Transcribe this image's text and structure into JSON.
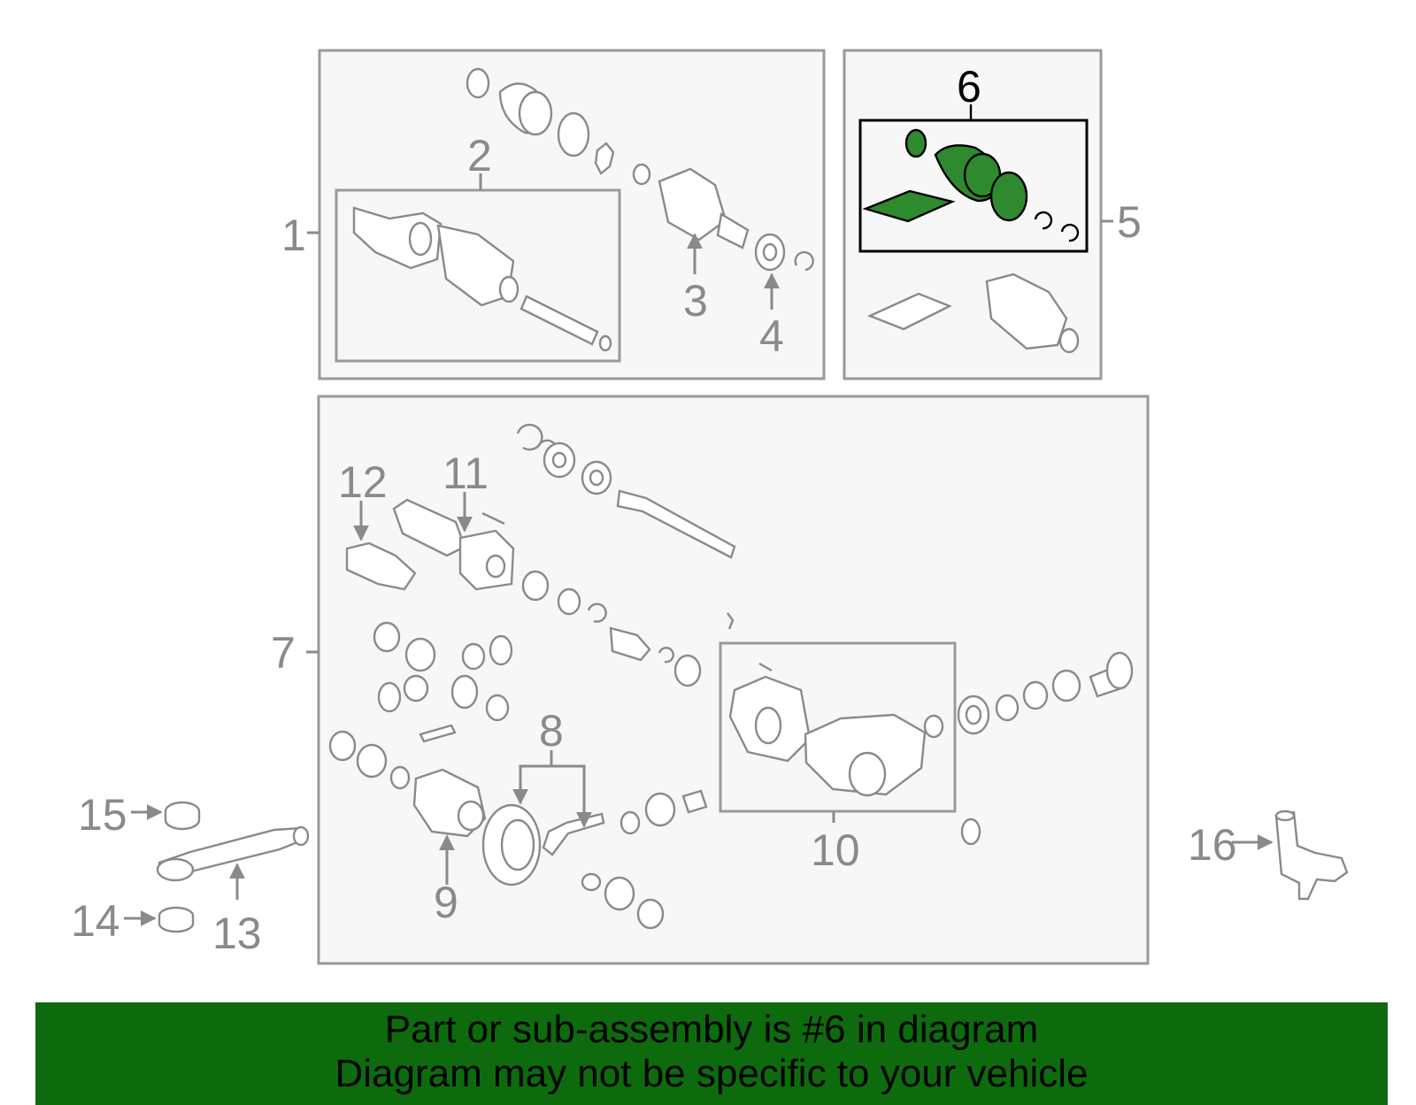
{
  "diagram": {
    "callouts": {
      "c1": "1",
      "c2": "2",
      "c3": "3",
      "c4": "4",
      "c5": "5",
      "c6": "6",
      "c7": "7",
      "c8": "8",
      "c9": "9",
      "c10": "10",
      "c11": "11",
      "c12": "12",
      "c13": "13",
      "c14": "14",
      "c15": "15",
      "c16": "16"
    },
    "highlighted_part": "6",
    "colors": {
      "highlight": "#2f8a2f",
      "outline": "#8a8a8a",
      "banner": "#0d6b0d"
    }
  },
  "banner": {
    "line1": "Part or sub-assembly is #6 in diagram",
    "line2": "Diagram may not be specific to your vehicle"
  }
}
